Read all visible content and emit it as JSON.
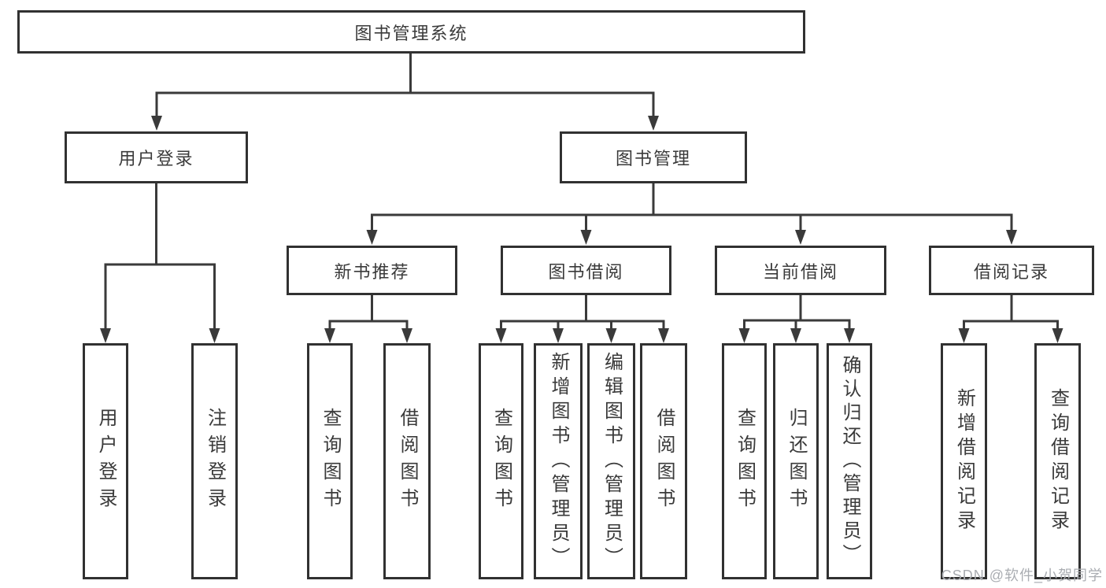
{
  "diagram": {
    "root": {
      "label": "图书管理系统"
    },
    "branches": [
      {
        "label": "用户登录",
        "children": [
          {
            "label": "用户登录"
          },
          {
            "label": "注销登录"
          }
        ]
      },
      {
        "label": "图书管理",
        "children": [
          {
            "label": "新书推荐",
            "children": [
              {
                "label": "查询图书"
              },
              {
                "label": "借阅图书"
              }
            ]
          },
          {
            "label": "图书借阅",
            "children": [
              {
                "label": "查询图书"
              },
              {
                "label": "新增图书（管理员）"
              },
              {
                "label": "编辑图书（管理员）"
              },
              {
                "label": "借阅图书"
              }
            ]
          },
          {
            "label": "当前借阅",
            "children": [
              {
                "label": "查询图书"
              },
              {
                "label": "归还图书"
              },
              {
                "label": "确认归还（管理员）"
              }
            ]
          },
          {
            "label": "借阅记录",
            "children": [
              {
                "label": "新增借阅记录"
              },
              {
                "label": "查询借阅记录"
              }
            ]
          }
        ]
      }
    ]
  },
  "watermark": {
    "text": "CSDN @软件_小贺同学"
  },
  "colors": {
    "line": "#3a3a3a",
    "box_border": "#313131",
    "background": "#ffffff",
    "text": "#3a3a3a",
    "watermark": "#aaadb2"
  }
}
